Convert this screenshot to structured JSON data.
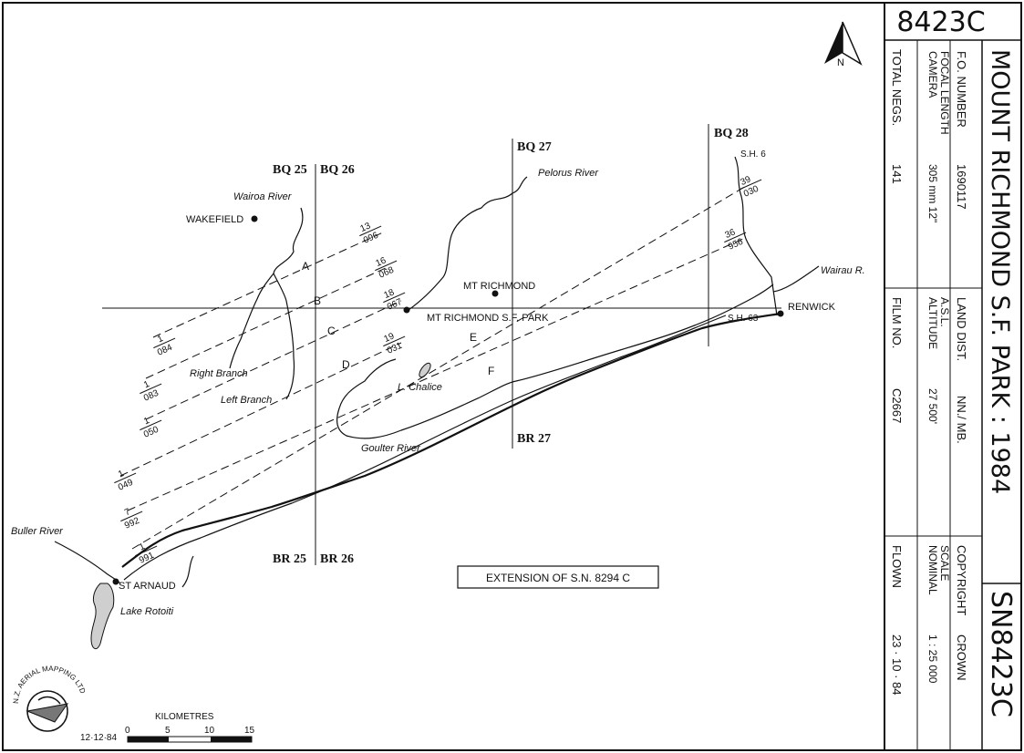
{
  "sheet_id_top": "8423C",
  "sheet_id_side": "SN8423C",
  "title": "MOUNT RICHMOND S.F. PARK : 1984",
  "info": {
    "fo_label": "F.O. NUMBER",
    "fo_value": "1690117",
    "camera_label": "CAMERA",
    "focal_label": "FOCAL LENGTH",
    "focal_value": "305 mm 12\"",
    "negs_label": "TOTAL NEGS.",
    "negs_value": "141",
    "land_label": "LAND DIST.",
    "land_value": "NN./ MB.",
    "altitude_label": "ALTITUDE",
    "asl_label": "A.S.L.",
    "altitude_value": "27 500'",
    "film_label": "FILM NO.",
    "film_value": "C2667",
    "copyright_label": "COPYRIGHT",
    "copyright_value": "CROWN",
    "nominal_label": "NOMINAL",
    "scale_label": "SCALE",
    "scale_value": "1 : 25 000",
    "flown_label": "FLOWN",
    "flown_value": "23 · 10 · 84"
  },
  "north_label": "N",
  "sheets": {
    "bq25": "BQ 25",
    "bq26": "BQ 26",
    "bq27": "BQ 27",
    "bq28": "BQ 28",
    "br25": "BR 25",
    "br26": "BR 26",
    "br27": "BR 27"
  },
  "places": {
    "wakefield": "WAKEFIELD",
    "mt_richmond": "MT RICHMOND",
    "park": "MT RICHMOND  S.F. PARK",
    "renwick": "RENWICK",
    "st_arnaud": "ST ARNAUD"
  },
  "features": {
    "wairoa": "Wairoa River",
    "pelorus": "Pelorus River",
    "wairau": "Wairau R.",
    "right_branch": "Right Branch",
    "left_branch": "Left Branch",
    "chalice": "L. Chalice",
    "goulter": "Goulter River",
    "buller": "Buller River",
    "rotoiti": "Lake Rotoiti"
  },
  "roads": {
    "sh6": "S.H. 6",
    "sh63": "S.H. 63"
  },
  "runs": [
    {
      "letter": "A",
      "run": "13",
      "frame": "096"
    },
    {
      "letter": "B",
      "run": "16",
      "frame": "068"
    },
    {
      "letter": "C",
      "run": "18",
      "frame": "067"
    },
    {
      "letter": "D",
      "run": "19",
      "frame": "031"
    },
    {
      "letter": "E",
      "run": "36",
      "frame": "956"
    },
    {
      "letter": "F",
      "run": "39",
      "frame": "030"
    }
  ],
  "run_starts": [
    {
      "run": "1",
      "frame": "084"
    },
    {
      "run": "1",
      "frame": "083"
    },
    {
      "run": "1",
      "frame": "050"
    },
    {
      "run": "1",
      "frame": "049"
    },
    {
      "run": "7",
      "frame": "992"
    },
    {
      "run": "1",
      "frame": "991"
    }
  ],
  "extension_note": "EXTENSION OF S.N. 8294 C",
  "scale_bar": {
    "title": "KILOMETRES",
    "ticks": [
      "0",
      "5",
      "10",
      "15"
    ]
  },
  "logo_text": "N.Z. AERIAL MAPPING LTD",
  "date_stamp": "12·12·84"
}
